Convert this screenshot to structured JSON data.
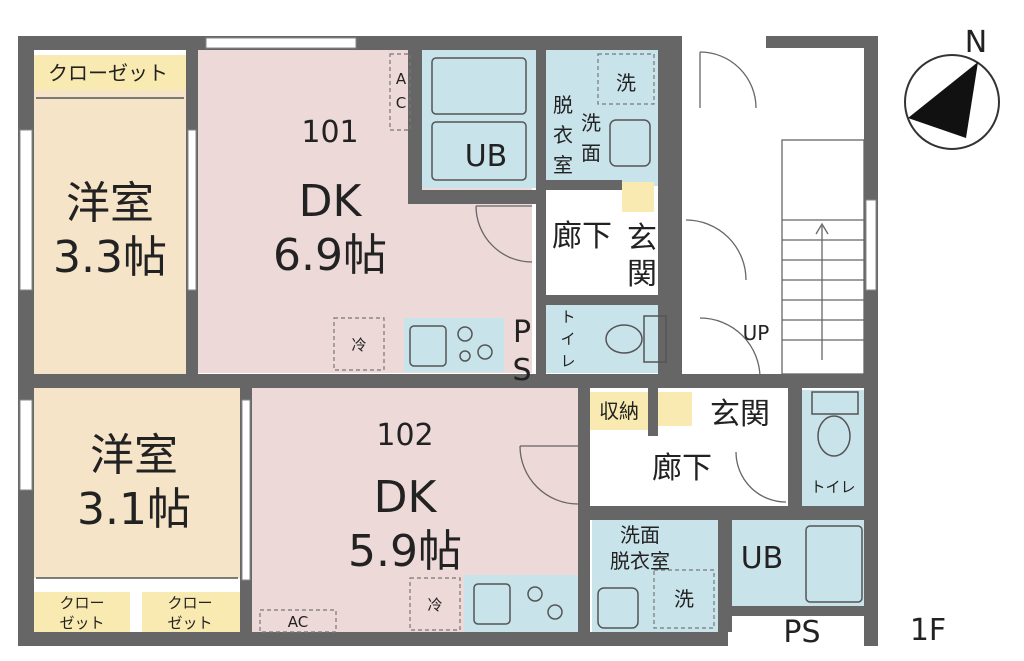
{
  "floor_label": "1F",
  "north_label": "N",
  "units": [
    {
      "number": "101",
      "dk_label": "DK",
      "dk_size": "6.9帖",
      "room_label": "洋室",
      "room_size": "3.3帖"
    },
    {
      "number": "102",
      "dk_label": "DK",
      "dk_size": "5.9帖",
      "room_label": "洋室",
      "room_size": "3.1帖"
    }
  ],
  "labels": {
    "closet": "クローゼット",
    "closet_a": "クロー",
    "closet_b": "ゼット",
    "ac": "AC",
    "ac_v1": "A",
    "ac_v2": "C",
    "ub": "UB",
    "washer": "洗",
    "fridge": "冷",
    "dressing_1": "洗面",
    "dressing_2": "脱衣室",
    "dressing_v1": "脱",
    "dressing_v2": "衣",
    "dressing_v3": "室",
    "dressing_v4": "洗",
    "dressing_v5": "面",
    "hallway": "廊下",
    "entrance": "玄関",
    "entrance_v1": "玄",
    "entrance_v2": "関",
    "toilet": "トイレ",
    "toilet_v1": "ト",
    "toilet_v2": "イ",
    "toilet_v3": "レ",
    "ps": "PS",
    "ps_v1": "P",
    "ps_v2": "S",
    "storage": "収納",
    "up": "UP"
  },
  "colors": {
    "wall": "#666666",
    "dk": "#eed9d9",
    "western_room": "#f5e4c8",
    "wet_area": "#c9e3ea",
    "closet": "#f8eab0",
    "hall": "#ffffff"
  }
}
